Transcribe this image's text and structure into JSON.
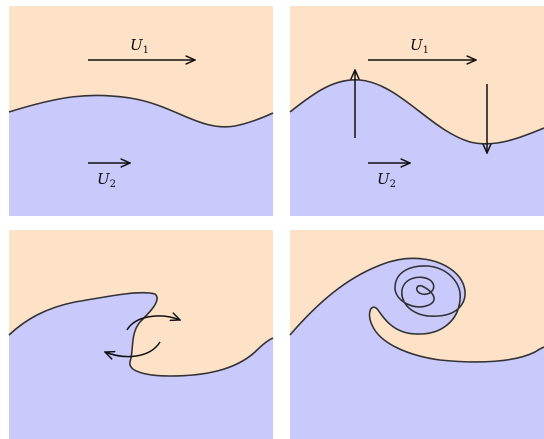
{
  "colors": {
    "upper_fluid": "#fde2c8",
    "lower_fluid": "#c9c9fb",
    "interface": "#333333",
    "arrow": "#111111"
  },
  "panels": [
    {
      "upper_velocity": {
        "symbol": "U",
        "subscript": "1"
      },
      "lower_velocity": {
        "symbol": "U",
        "subscript": "2"
      }
    },
    {
      "upper_velocity": {
        "symbol": "U",
        "subscript": "1"
      },
      "lower_velocity": {
        "symbol": "U",
        "subscript": "2"
      }
    },
    {},
    {}
  ]
}
